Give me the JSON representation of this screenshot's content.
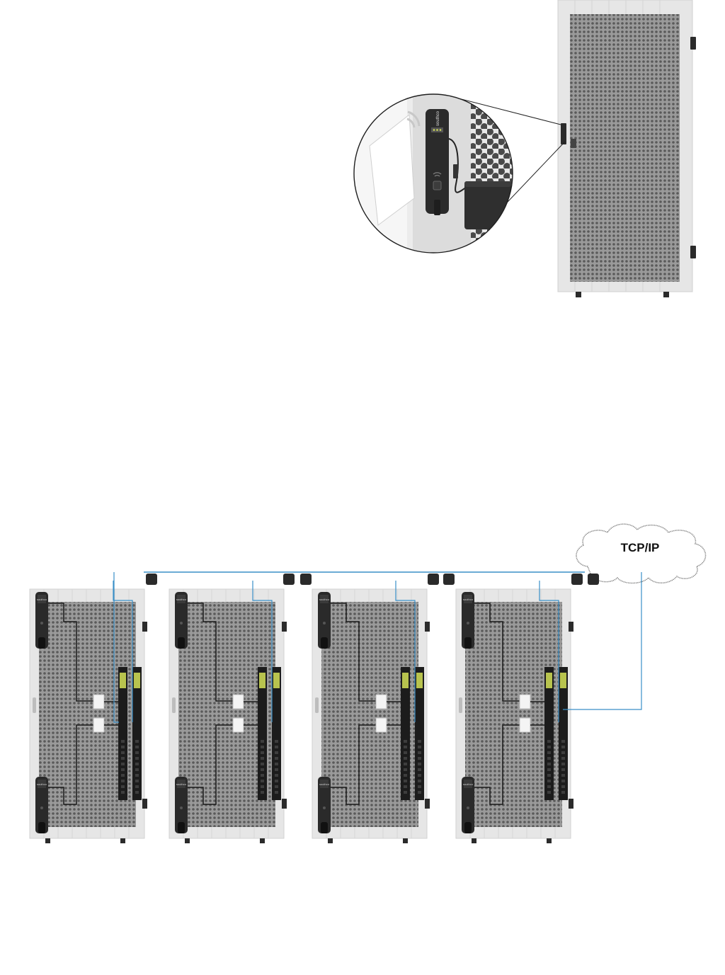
{
  "diagram": {
    "network_label": "TCP/IP",
    "lock_brand": "southco",
    "rack_count": 4,
    "colors": {
      "network_line": "#3a8fc7",
      "power_line": "#1a1a1a",
      "rack_frame": "#e6e6e6",
      "mesh": "#8c8c8c",
      "lock_body": "#2a2a2a",
      "accent": "#d4e157"
    }
  }
}
